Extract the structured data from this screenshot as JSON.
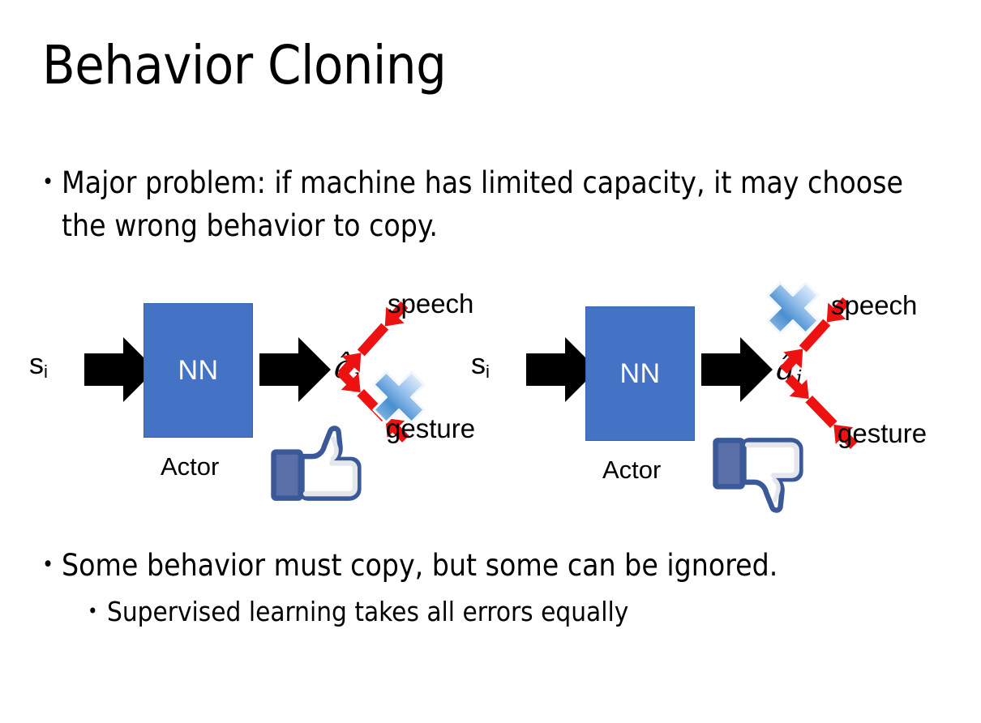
{
  "slide": {
    "title": "Behavior Cloning",
    "background_color": "#FFFFFF",
    "text_color": "#000000"
  },
  "bullets": {
    "top": {
      "marker": "•",
      "text": "Major problem: if machine has limited capacity, it may choose the wrong behavior to copy."
    },
    "bottom_level1": {
      "marker": "•",
      "text": "Some behavior must copy, but some can be ignored."
    },
    "bottom_level2": {
      "marker": "•",
      "text": "Supervised learning takes all errors equally"
    }
  },
  "palette": {
    "nn_box_fill": "#4472C4",
    "nn_box_border": "#3764B0",
    "arrow_black": "#000000",
    "arrow_red": "#EE1111",
    "cross_blue_light": "#CFE2F7",
    "cross_blue_mid": "#6FA8DC",
    "cross_blue_dark": "#3D7EBF",
    "thumb_outline": "#3B5998",
    "thumb_fill": "#FFFFFF",
    "thumb_shadow": "#E4E6EB",
    "thumb_cuff": "#5A6FA8"
  },
  "diagrams": [
    {
      "id": "left",
      "state_label": "s",
      "state_subscript": "i",
      "nn_label": "NN",
      "actor_label": "Actor",
      "action_label": "â",
      "action_subscript": "i",
      "branches": [
        {
          "name": "speech",
          "label": "speech",
          "direction": "up-right",
          "blocked": false
        },
        {
          "name": "gesture",
          "label": "gesture",
          "direction": "down-right",
          "blocked": true
        }
      ],
      "feedback_icon": "thumbs-up",
      "blocked_branch": "gesture"
    },
    {
      "id": "right",
      "state_label": "s",
      "state_subscript": "i",
      "nn_label": "NN",
      "actor_label": "Actor",
      "action_label": "â",
      "action_subscript": "i",
      "branches": [
        {
          "name": "speech",
          "label": "speech",
          "direction": "up-right",
          "blocked": true
        },
        {
          "name": "gesture",
          "label": "gesture",
          "direction": "down-right",
          "blocked": false
        }
      ],
      "feedback_icon": "thumbs-down",
      "blocked_branch": "speech"
    }
  ]
}
